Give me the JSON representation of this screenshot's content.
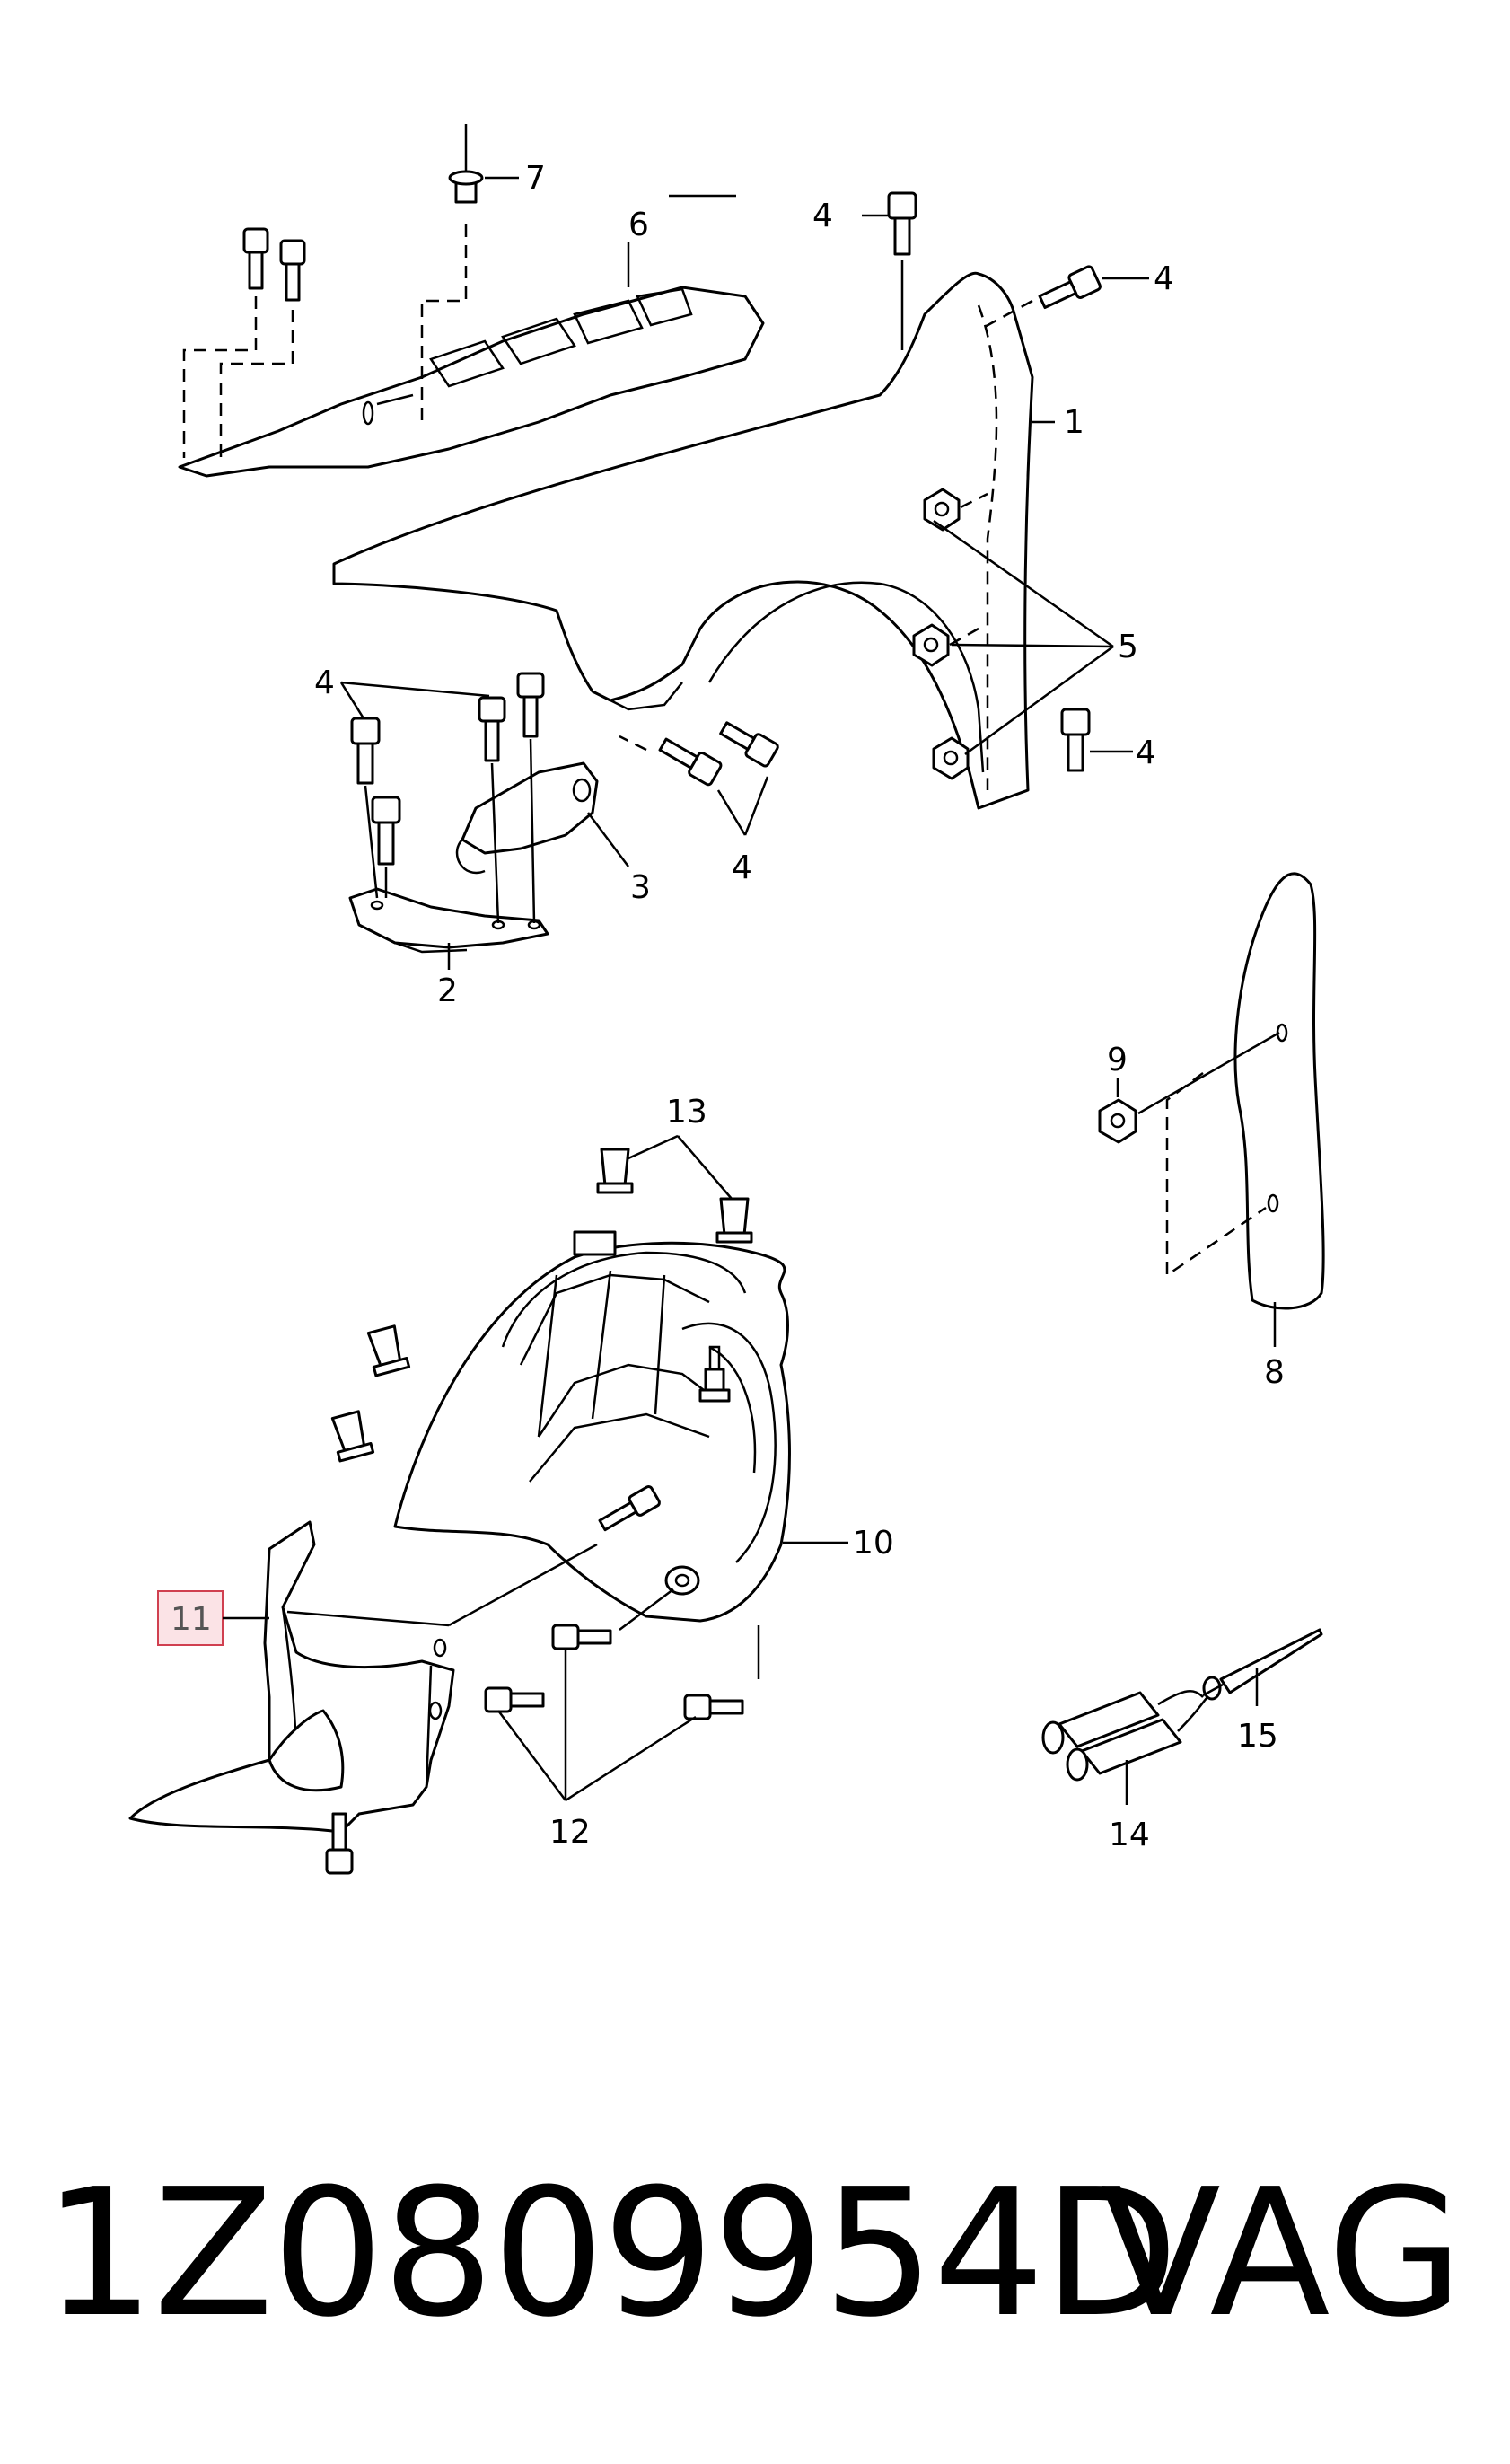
{
  "callouts": {
    "c1": "1",
    "c2": "2",
    "c3": "3",
    "c4a": "4",
    "c4b": "4",
    "c4c": "4",
    "c4d": "4",
    "c4e": "4",
    "c5": "5",
    "c6": "6",
    "c7": "7",
    "c8": "8",
    "c9": "9",
    "c10": "10",
    "c11": "11",
    "c12": "12",
    "c13": "13",
    "c14": "14",
    "c15": "15"
  },
  "highlight": {
    "callout": "11",
    "box_stroke": "#d04050",
    "box_fill": "#fbe3e6"
  },
  "footer": {
    "part_number": "1Z0809954D",
    "brand": "VAG"
  }
}
